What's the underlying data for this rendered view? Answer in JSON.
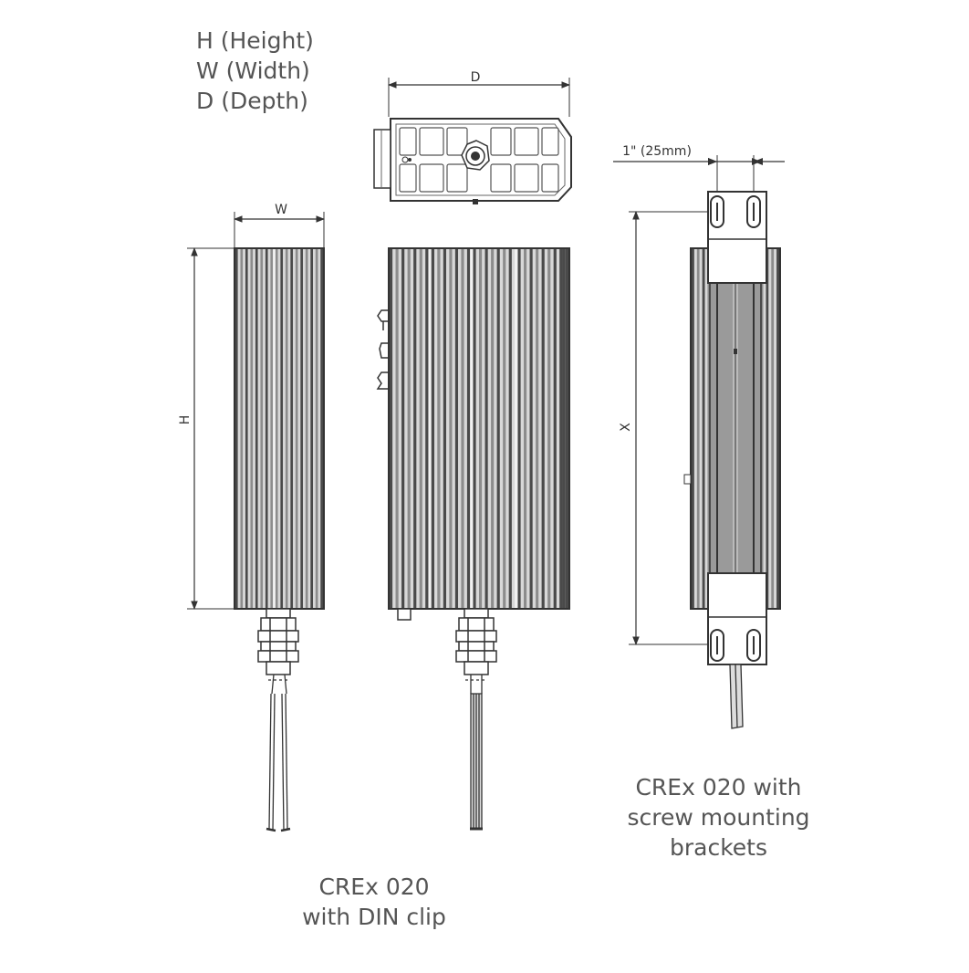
{
  "legend": {
    "height": "H (Height)",
    "width": "W (Width)",
    "depth": "D (Depth)"
  },
  "dimension_labels": {
    "d": "D",
    "w": "W",
    "h": "H",
    "x": "X",
    "bracket_offset": "1\" (25mm)"
  },
  "captions": {
    "din_line1": "CREx 020",
    "din_line2": "with DIN clip",
    "screw_line1": "CREx 020 with",
    "screw_line2": "screw mounting",
    "screw_line3": "brackets"
  },
  "colors": {
    "line": "#333333",
    "fin_dark": "#444444",
    "fin_mid": "#8a8a8a",
    "fin_light": "#d6d6d6",
    "text": "#555555"
  }
}
